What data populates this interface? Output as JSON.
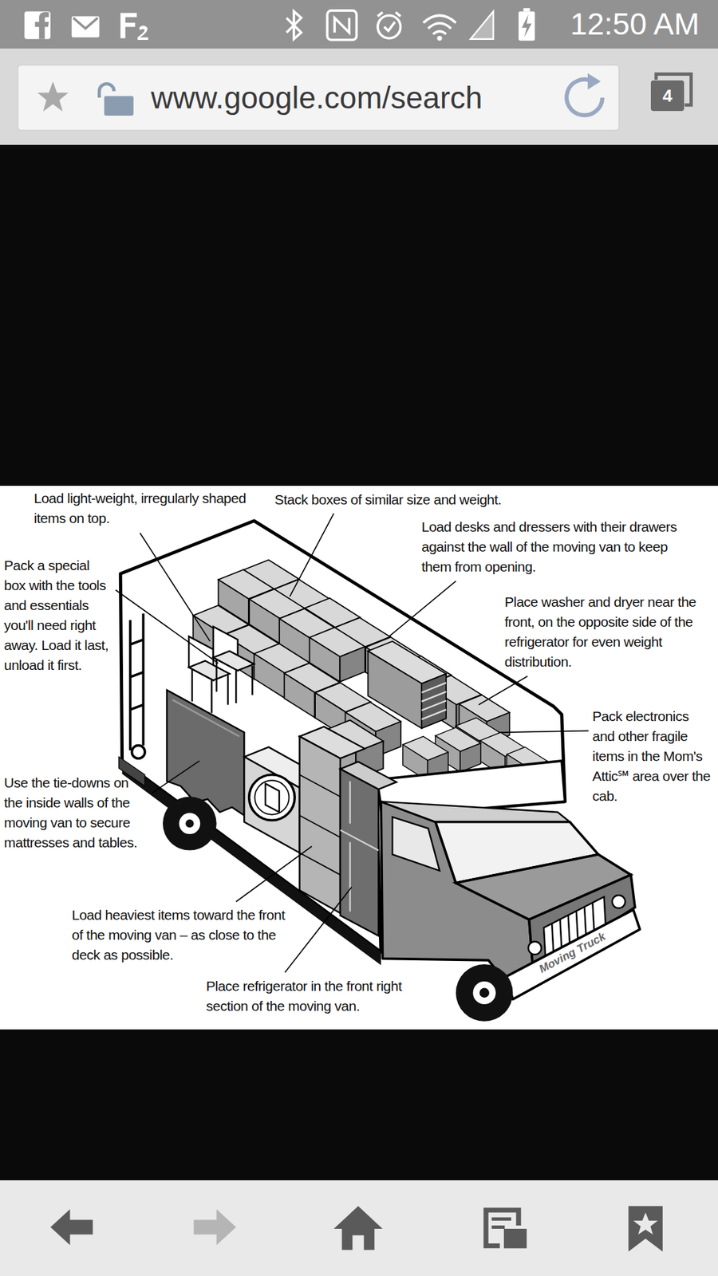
{
  "diagram": {
    "nodes": [
      {
        "text": [
          "www.google.com/search"
        ]
      },
      {
        "text": [
          "4"
        ]
      }
    ],
    "labels": [
      "12:50 AM",
      "Load light-weight, irregularly shaped items on top.",
      "Stack boxes of similar size and weight.",
      "Load desks and dressers with their drawers against the wall of the moving van to keep them from opening.",
      "Pack a special box with the tools and essentials you'll need right away. Load it last, unload it first.",
      "Place washer and dryer near the front, on the opposite side of the refrigerator for even weight distribution.",
      "Pack electronics and other fragile items in the Mom's Attic℠ area over the cab.",
      "Use the tie-downs on the inside walls of the moving van to secure mattresses and tables.",
      "Load heaviest items toward the front of the moving van – as close to the deck as possible.",
      "Moving Truck",
      "Place refrigerator in the front right section of the moving van."
    ]
  }
}
